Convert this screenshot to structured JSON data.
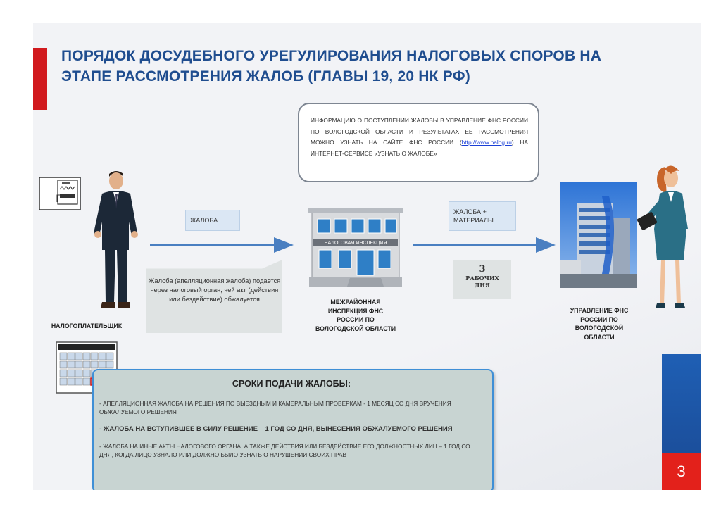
{
  "title": "ПОРЯДОК ДОСУДЕБНОГО УРЕГУЛИРОВАНИЯ  НАЛОГОВЫХ  СПОРОВ  НА\nЭТАПЕ РАССМОТРЕНИЯ   ЖАЛОБ  (ГЛАВЫ 19, 20 НК РФ)",
  "info": {
    "text_before": "Информацию о поступлении жалобы в Управление ФНС России по Вологодской области и результатах ее рассмотрения можно узнать на сайте ФНС России (",
    "link": "http://www.nalog.ru",
    "text_after": ") на интернет-сервисе «Узнать о жалобе»"
  },
  "flow": {
    "label_complaint": "ЖАЛОБА",
    "label_complaint_materials": "ЖАЛОБА +\nМАТЕРИАЛЫ",
    "note": "Жалоба (апелляционная жалоба) подается через налоговый орган, чей акт (действия или бездействие) обжалуется",
    "days_number": "3",
    "days_label": "РАБОЧИХ\nДНЯ",
    "building_sign": "НАЛОГОВАЯ ИНСПЕКЦИЯ"
  },
  "captions": {
    "taxpayer": "НАЛОГОПЛАТЕЛЬЩИК",
    "inspection": "МЕЖРАЙОННАЯ\nИНСПЕКЦИЯ ФНС\nРОССИИ ПО\nВОЛОГОДСКОЙ ОБЛАСТИ",
    "department": "УПРАВЛЕНИЕ ФНС\nРОССИИ ПО\nВОЛОГОДСКОЙ\nОБЛАСТИ"
  },
  "deadlines": {
    "title": "СРОКИ ПОДАЧИ ЖАЛОБЫ:",
    "items": [
      "- апелляционная жалоба  на решения по выездным и камеральным проверкам - 1  месяц со дня вручения обжалуемого решения",
      "- жалоба на вступившее в силу решение – 1 год со дня, вынесения обжалуемого решения",
      "- жалоба на иные акты налогового органа, а также действия или бездействие его должностных лиц – 1  год со дня, когда лицо узнало или должно было узнать о нарушении своих прав"
    ]
  },
  "page_number": "3",
  "colors": {
    "title": "#1f4d8f",
    "accent_red": "#d11a1e",
    "arrow": "#4a7fc1",
    "page_badge": "#e3211b"
  }
}
